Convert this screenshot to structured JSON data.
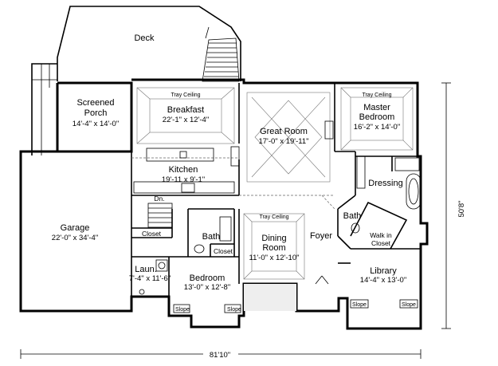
{
  "deck": {
    "label": "Deck"
  },
  "rooms": {
    "screened_porch": {
      "name_line1": "Screened",
      "name_line2": "Porch",
      "dims": "14'-4\" x 14'-0\""
    },
    "breakfast": {
      "note": "Tray Ceiling",
      "name": "Breakfast",
      "dims": "22'-1\" x 12'-4\""
    },
    "great_room": {
      "name": "Great Room",
      "dims": "17'-0\" x 19'-11\""
    },
    "master_bedroom": {
      "note": "Tray Ceiling",
      "name_line1": "Master",
      "name_line2": "Bedroom",
      "dims": "16'-2\" x 14'-0\""
    },
    "kitchen": {
      "name": "Kitchen",
      "dims": "19'-11 x 9'-1\""
    },
    "dressing": {
      "name": "Dressing"
    },
    "garage": {
      "name": "Garage",
      "dims": "22'-0\" x 34'-4\""
    },
    "dn": {
      "label": "Dn."
    },
    "closet_hall": {
      "label": "Closet"
    },
    "bath_left": {
      "name": "Bath"
    },
    "closet_bath": {
      "label": "Closet"
    },
    "dining_room": {
      "note": "Tray Ceiling",
      "name_line1": "Dining",
      "name_line2": "Room",
      "dims": "11'-0\" x 12'-10\""
    },
    "foyer": {
      "name": "Foyer"
    },
    "bath_master": {
      "name": "Bath"
    },
    "walk_in_closet": {
      "name_line1": "Walk in",
      "name_line2": "Closet"
    },
    "laundry": {
      "name": "Laun.",
      "dims": "7'-4\" x 11'-6\""
    },
    "bedroom": {
      "name": "Bedroom",
      "dims": "13'-0\" x 12'-8\""
    },
    "library": {
      "name": "Library",
      "dims": "14'-4\" x 13'-0\""
    }
  },
  "slope_label": "Slope",
  "overall": {
    "width": "81'10\"",
    "depth": "50'8\""
  }
}
